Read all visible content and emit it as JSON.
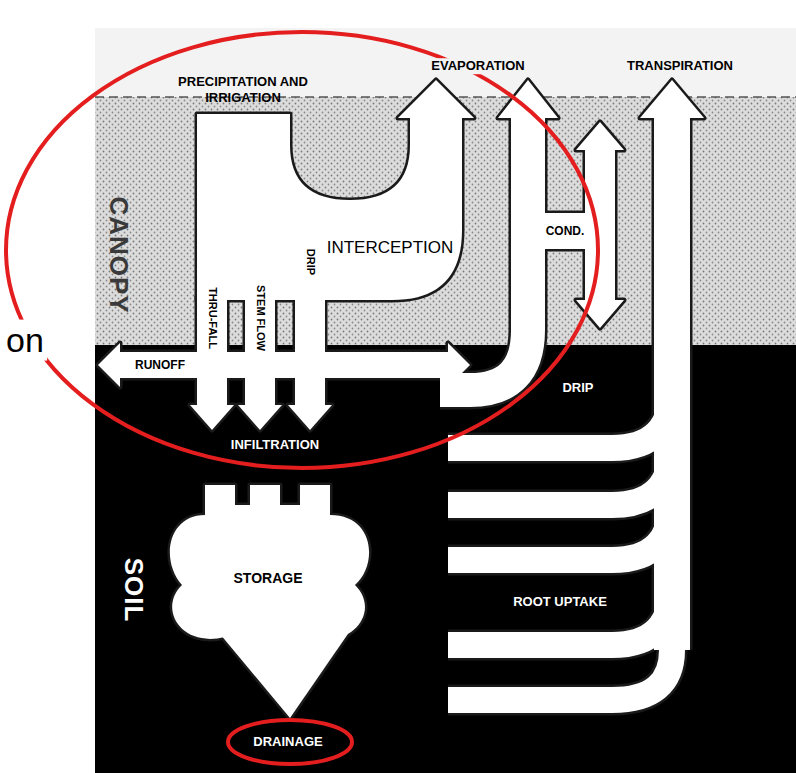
{
  "diagram": {
    "nodes": [
      {
        "text": [
          "CANOPY"
        ]
      },
      {
        "text": [
          "SOIL"
        ]
      }
    ],
    "labels": [
      "on",
      "PRECIPITATION AND IRRIGATION",
      "EVAPORATION",
      "TRANSPIRATION",
      "INTERCEPTION",
      "THRU-FALL",
      "STEM FLOW",
      "DRIP",
      "COND.",
      "RUNOFF",
      "DRIP",
      "INFILTRATION",
      "STORAGE",
      "ROOT UPTAKE",
      "DRAINAGE"
    ]
  }
}
